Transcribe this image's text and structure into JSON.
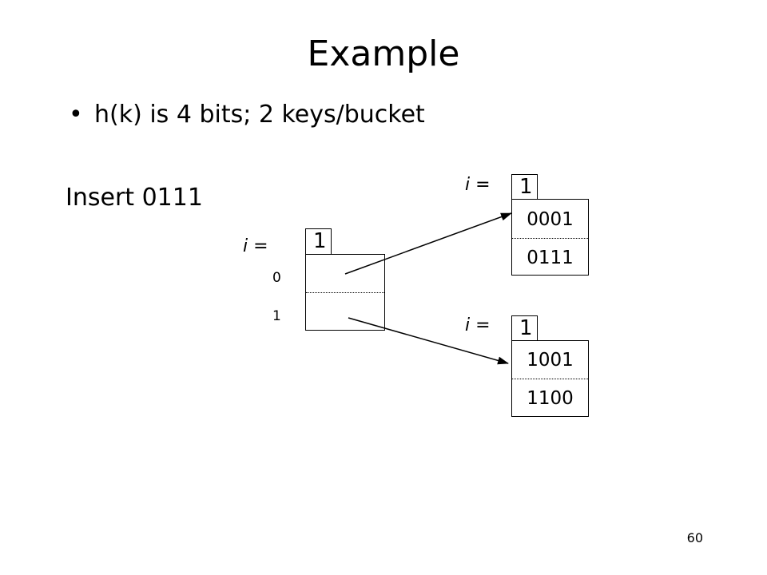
{
  "slide": {
    "title": "Example",
    "bullet": "h(k) is 4 bits; 2 keys/bucket",
    "action": "Insert  0111",
    "page_number": "60"
  },
  "labels": {
    "i_var": "i",
    "equals": " ="
  },
  "directory": {
    "global_depth": "1",
    "indices": [
      "0",
      "1"
    ]
  },
  "buckets": [
    {
      "local_depth": "1",
      "keys": [
        "0001",
        "0111"
      ]
    },
    {
      "local_depth": "1",
      "keys": [
        "1001",
        "1100"
      ]
    }
  ]
}
